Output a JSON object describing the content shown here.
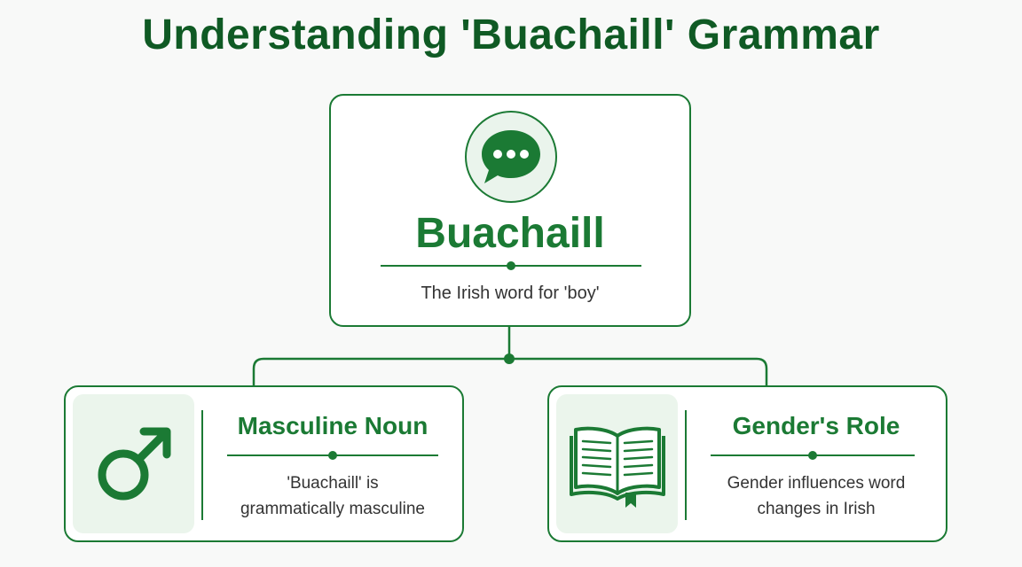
{
  "title": "Understanding 'Buachaill' Grammar",
  "root": {
    "word": "Buachaill",
    "subtitle": "The Irish word for 'boy'",
    "icon": "speech-bubble-icon"
  },
  "left": {
    "title": "Masculine Noun",
    "text_line1": "'Buachaill' is",
    "text_line2": "grammatically masculine",
    "icon": "male-symbol-icon"
  },
  "right": {
    "title": "Gender's Role",
    "text_line1": "Gender influences word",
    "text_line2": "changes in Irish",
    "icon": "open-book-icon"
  },
  "colors": {
    "accent": "#1b7a34",
    "title": "#0f5a24",
    "icon_background": "#ebf5ec",
    "background": "#f8f9f8"
  }
}
